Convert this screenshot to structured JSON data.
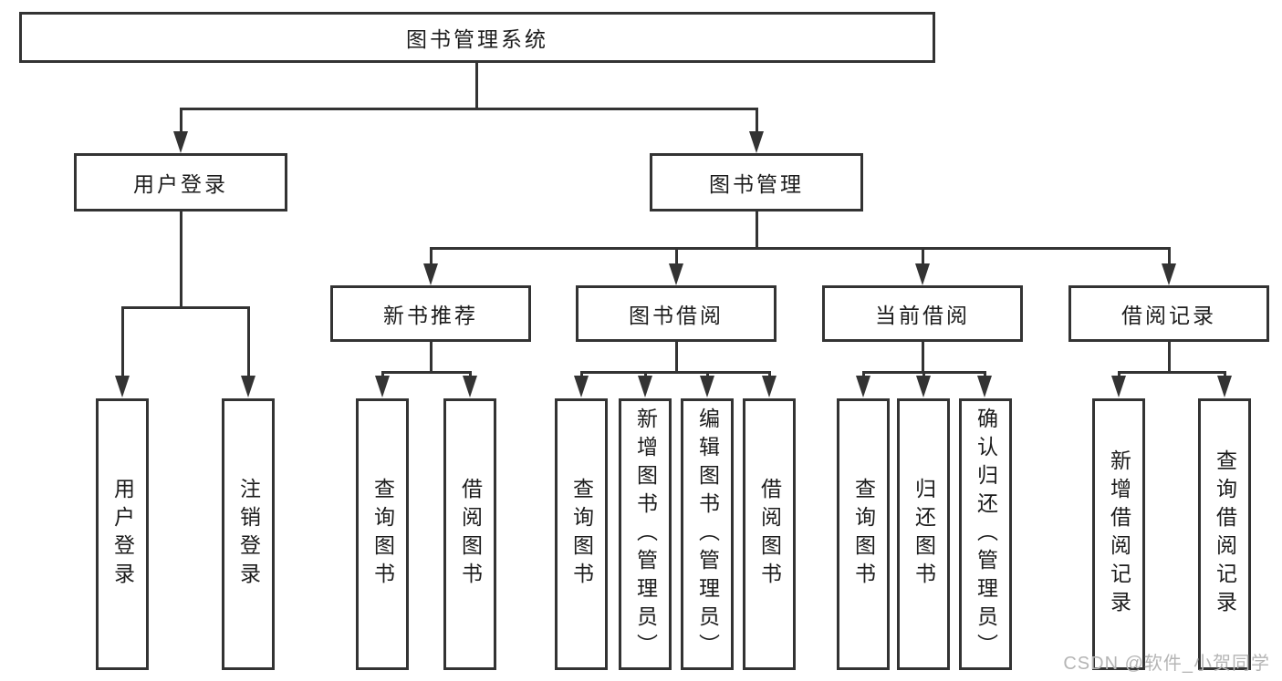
{
  "colors": {
    "line": "#333333",
    "text": "#1c1c1c",
    "watermark": "#b5b5b5",
    "background": "#ffffff"
  },
  "watermark": "CSDN @软件_小贺同学",
  "tree": {
    "label": "图书管理系统",
    "children": [
      {
        "label": "用户登录",
        "children": [
          {
            "label": "用户登录"
          },
          {
            "label": "注销登录"
          }
        ]
      },
      {
        "label": "图书管理",
        "children": [
          {
            "label": "新书推荐",
            "children": [
              {
                "label": "查询图书"
              },
              {
                "label": "借阅图书"
              }
            ]
          },
          {
            "label": "图书借阅",
            "children": [
              {
                "label": "查询图书"
              },
              {
                "label": "新增图书（管理员）"
              },
              {
                "label": "编辑图书（管理员）"
              },
              {
                "label": "借阅图书"
              }
            ]
          },
          {
            "label": "当前借阅",
            "children": [
              {
                "label": "查询图书"
              },
              {
                "label": "归还图书"
              },
              {
                "label": "确认归还（管理员）"
              }
            ]
          },
          {
            "label": "借阅记录",
            "children": [
              {
                "label": "新增借阅记录"
              },
              {
                "label": "查询借阅记录"
              }
            ]
          }
        ]
      }
    ]
  }
}
